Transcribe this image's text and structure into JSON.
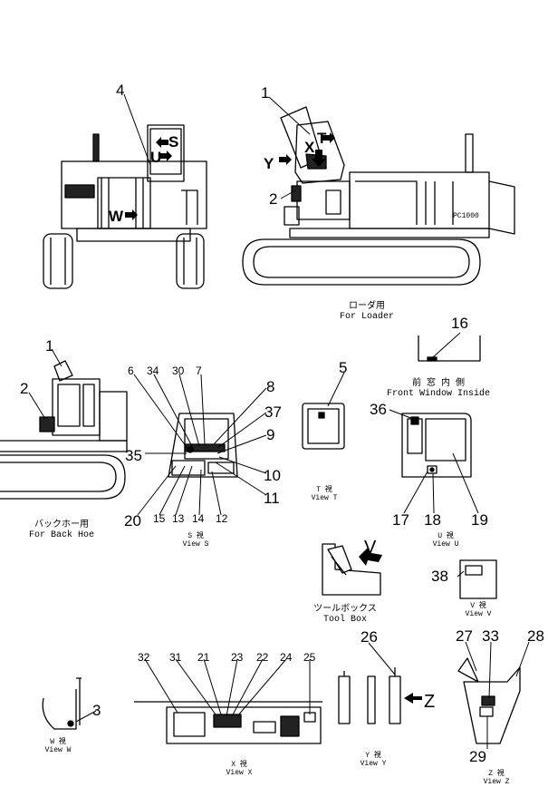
{
  "callouts": {
    "c1a": "1",
    "c2a": "2",
    "c4": "4",
    "c1b": "1",
    "c2b": "2",
    "c3": "3",
    "c5": "5",
    "c6": "6",
    "c7": "7",
    "c8": "8",
    "c9": "9",
    "c10": "10",
    "c11": "11",
    "c12": "12",
    "c13": "13",
    "c14": "14",
    "c15": "15",
    "c16": "16",
    "c17": "17",
    "c18": "18",
    "c19": "19",
    "c20": "20",
    "c21": "21",
    "c22": "22",
    "c23": "23",
    "c24": "24",
    "c25": "25",
    "c26": "26",
    "c27": "27",
    "c28": "28",
    "c29": "29",
    "c30": "30",
    "c31": "31",
    "c32": "32",
    "c33": "33",
    "c34": "34",
    "c35": "35",
    "c36": "36",
    "c37": "37",
    "c38": "38"
  },
  "view_letters": {
    "S": "S",
    "T": "T",
    "U": "U",
    "W": "W",
    "X": "X",
    "Y": "Y",
    "V": "V",
    "Z": "Z"
  },
  "machine_model": "PC1000",
  "captions": {
    "for_loader_jp": "ローダ用",
    "for_loader_en": "For Loader",
    "for_backhoe_jp": "バックホー用",
    "for_backhoe_en": "For Back Hoe",
    "front_window_jp": "前 窓 内 側",
    "front_window_en": "Front Window Inside",
    "tool_box_jp": "ツールボックス",
    "tool_box_en": "Tool Box",
    "view_t_jp": "T 視",
    "view_t_en": "View T",
    "view_s_jp": "S 視",
    "view_s_en": "View S",
    "view_u_jp": "U 視",
    "view_u_en": "View U",
    "view_v_jp": "V 視",
    "view_v_en": "View V",
    "view_w_jp": "W 視",
    "view_w_en": "View W",
    "view_x_jp": "X 視",
    "view_x_en": "View X",
    "view_y_jp": "Y 視",
    "view_y_en": "View Y",
    "view_z_jp": "Z 視",
    "view_z_en": "View Z"
  }
}
